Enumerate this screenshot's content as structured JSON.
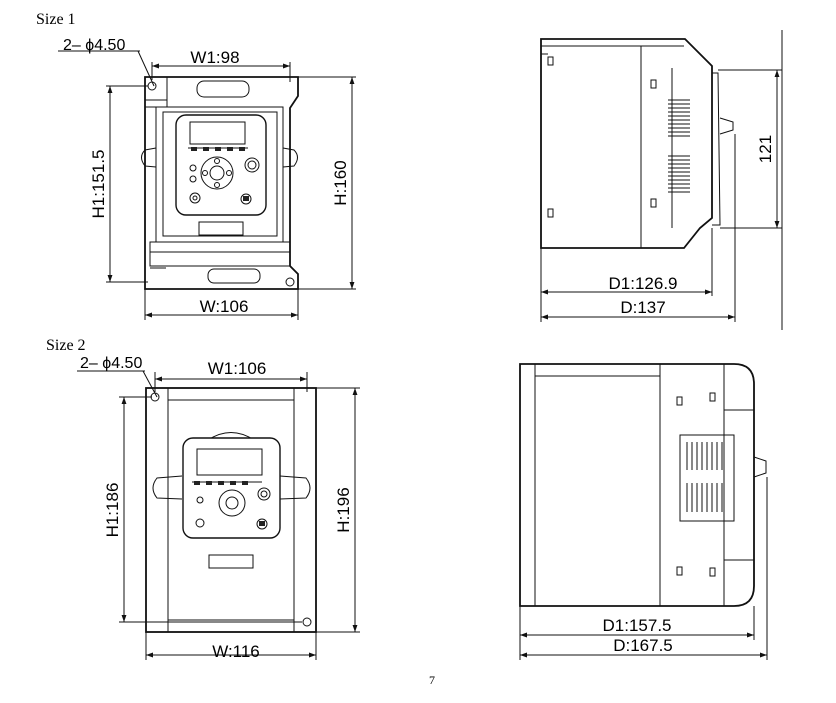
{
  "page_number": "7",
  "size1": {
    "heading": "Size 1",
    "front": {
      "hole_label": "2– ϕ4.50",
      "w1_label": "W1:98",
      "h1_label": "H1:151.5",
      "h_label": "H:160",
      "w_label": "W:106"
    },
    "side": {
      "height_label": "121",
      "d1_label": "D1:126.9",
      "d_label": "D:137"
    }
  },
  "size2": {
    "heading": "Size 2",
    "front": {
      "hole_label": "2– ϕ4.50",
      "w1_label": "W1:106",
      "h1_label": "H1:186",
      "h_label": "H:196",
      "w_label": "W:116"
    },
    "side": {
      "d1_label": "D1:157.5",
      "d_label": "D:167.5"
    }
  }
}
